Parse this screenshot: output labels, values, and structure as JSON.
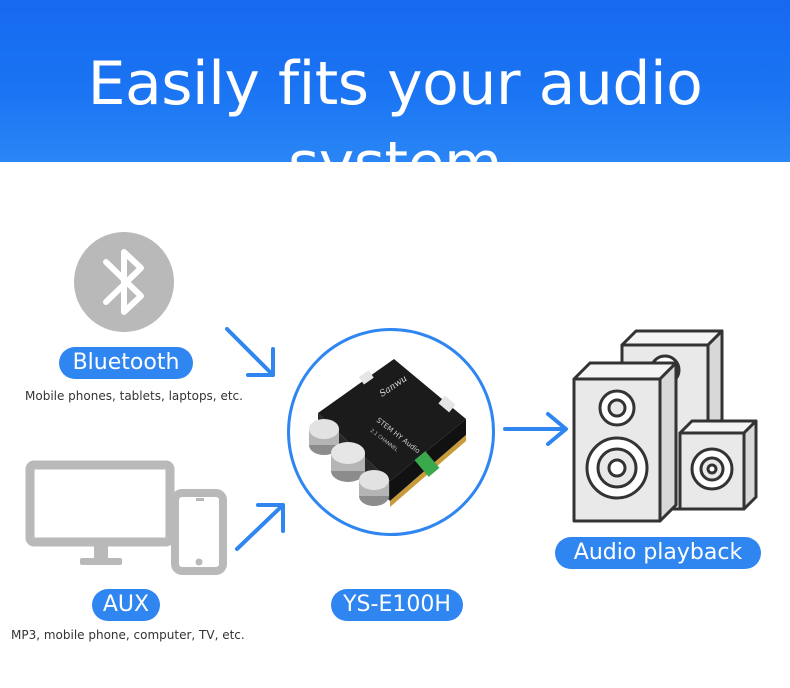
{
  "banner": {
    "title": "Easily fits your audio system"
  },
  "sources": {
    "bluetooth": {
      "label": "Bluetooth",
      "caption": "Mobile phones, tablets, laptops, etc.",
      "icon": "bluetooth-icon"
    },
    "aux": {
      "label": "AUX",
      "caption": "MP3, mobile phone, computer, TV, etc.",
      "icon": "monitor-phone-icon"
    }
  },
  "device": {
    "label": "YS-E100H",
    "board_text": {
      "brand": "Sanwu",
      "line1": "STEM HY Audio",
      "line2": "2.1 CHANNEL"
    }
  },
  "output": {
    "label": "Audio playback",
    "icon": "speakers-icon"
  },
  "colors": {
    "accent": "#2f86f0",
    "banner": "#1a6ff2",
    "icon_gray": "#b9b9b9"
  }
}
